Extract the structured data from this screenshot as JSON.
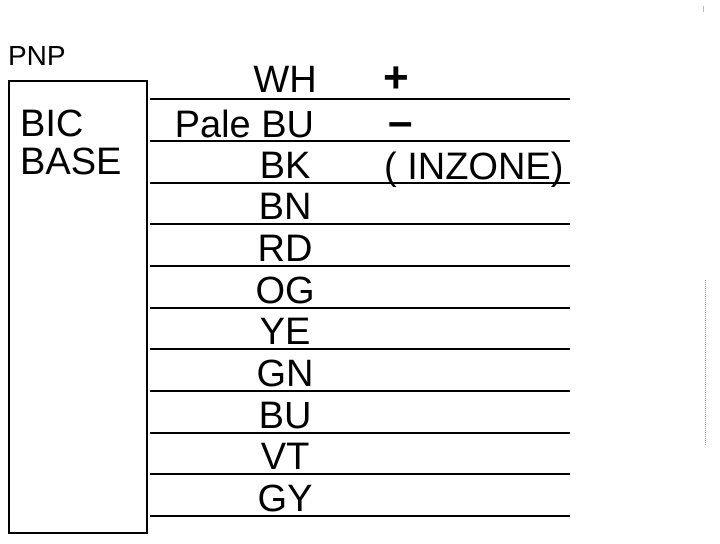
{
  "diagram": {
    "output_type": "PNP",
    "module_lines": [
      "BIC",
      "BASE"
    ],
    "wires": [
      {
        "label": "WH",
        "note": "+"
      },
      {
        "label": "Pale BU",
        "note": "–"
      },
      {
        "label": "BK",
        "note": "( INZONE)"
      },
      {
        "label": "BN",
        "note": ""
      },
      {
        "label": "RD",
        "note": ""
      },
      {
        "label": "OG",
        "note": ""
      },
      {
        "label": "YE",
        "note": ""
      },
      {
        "label": "GN",
        "note": ""
      },
      {
        "label": "BU",
        "note": ""
      },
      {
        "label": "VT",
        "note": ""
      },
      {
        "label": "GY",
        "note": ""
      }
    ]
  }
}
